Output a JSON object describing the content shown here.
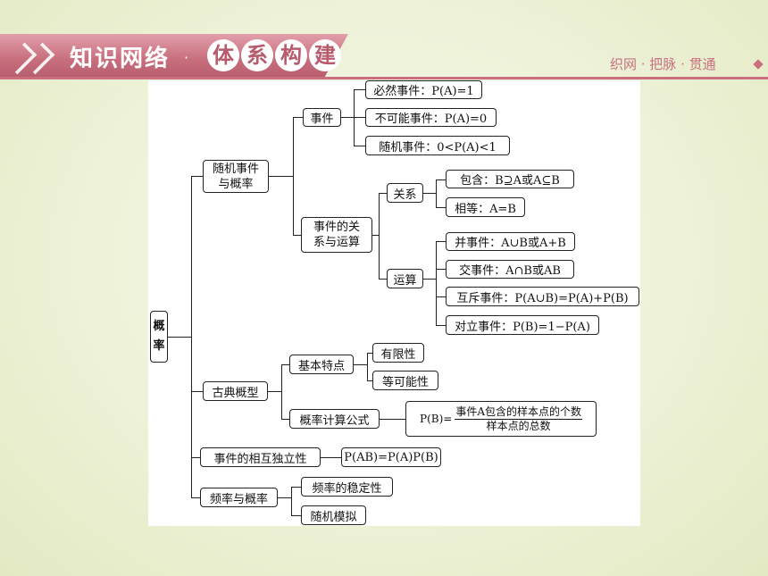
{
  "header": {
    "title": "知识网络",
    "dot": "·",
    "badges": [
      "体",
      "系",
      "构",
      "建"
    ],
    "slogan": "织网 · 把脉 · 贯通"
  },
  "diagram": {
    "root": "概率",
    "random": {
      "label": "随机事件与概率",
      "event": {
        "label": "事件",
        "items": [
          "必然事件：P(A)=1",
          "不可能事件：P(A)=0",
          "随机事件：0<P(A)<1"
        ]
      },
      "relations": {
        "label": "事件的关系与运算",
        "relation": {
          "label": "关系",
          "items": [
            "包含：B⊇A或A⊆B",
            "相等：A=B"
          ]
        },
        "operation": {
          "label": "运算",
          "items": [
            "并事件：A∪B或A+B",
            "交事件：A∩B或AB",
            "互斥事件：P(A∪B)=P(A)+P(B)",
            "对立事件：P(B)=1−P(A)"
          ]
        }
      }
    },
    "classical": {
      "label": "古典概型",
      "features": {
        "label": "基本特点",
        "items": [
          "有限性",
          "等可能性"
        ]
      },
      "formula": {
        "label": "概率计算公式",
        "lhs": "P(B)=",
        "numerator": "事件A包含的样本点的个数",
        "denominator": "样本点的总数"
      }
    },
    "independence": {
      "label": "事件的相互独立性",
      "formula": "P(AB)=P(A)P(B)"
    },
    "frequency": {
      "label": "频率与概率",
      "items": [
        "频率的稳定性",
        "随机模拟"
      ]
    }
  }
}
